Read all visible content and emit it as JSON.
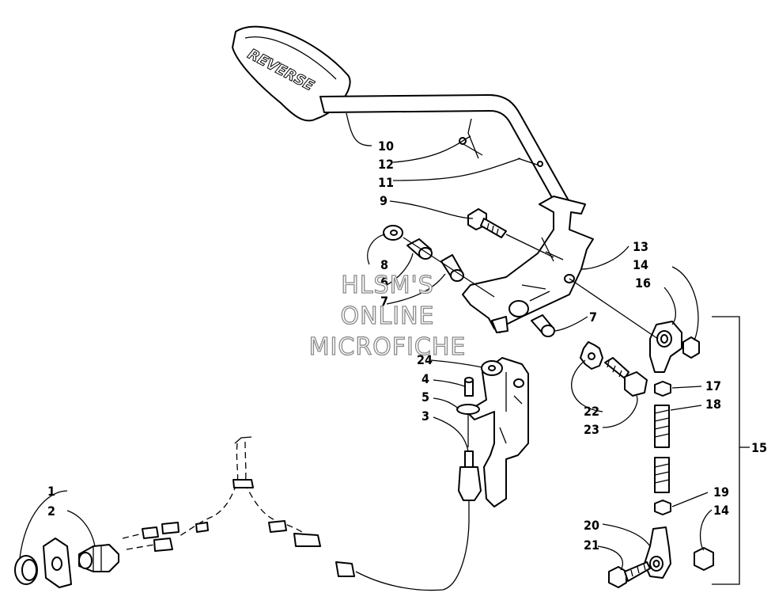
{
  "watermark": {
    "line1": "HLSM'S",
    "line2": "ONLINE",
    "line3": "MICROFICHE"
  },
  "callouts": {
    "c1": "1",
    "c2": "2",
    "c3": "3",
    "c4": "4",
    "c5": "5",
    "c6": "6",
    "c7a": "7",
    "c7b": "7",
    "c8": "8",
    "c9": "9",
    "c10": "10",
    "c11": "11",
    "c12": "12",
    "c13": "13",
    "c14a": "14",
    "c14b": "14",
    "c15": "15",
    "c16": "16",
    "c17": "17",
    "c18": "18",
    "c19": "19",
    "c20": "20",
    "c21": "21",
    "c22": "22",
    "c23": "23",
    "c24": "24"
  },
  "grip_lettering": "REVERSE"
}
